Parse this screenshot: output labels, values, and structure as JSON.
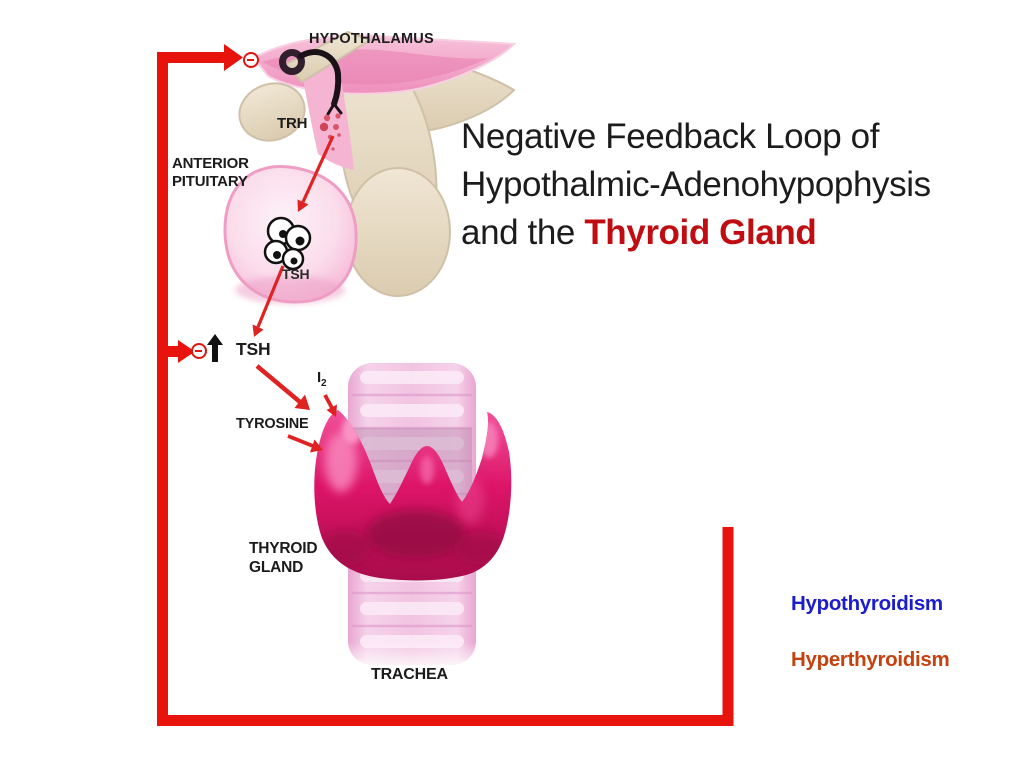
{
  "title": {
    "line1": "Negative Feedback Loop of",
    "line2": "Hypothalmic-Adenohypophysis",
    "line3_prefix": "and the ",
    "line3_highlight": "Thyroid Gland"
  },
  "conditions": {
    "hypothyroidism": "Hypothyroidism",
    "hyperthyroidism": "Hyperthyroidism"
  },
  "diagram_labels": {
    "hypothalamus": "HYPOTHALAMUS",
    "trh": "TRH",
    "anterior_pituitary_line1": "ANTERIOR",
    "anterior_pituitary_line2": "PITUITARY",
    "tsh_cells": "TSH",
    "tsh_hormone": "TSH",
    "iodine_base": "I",
    "iodine_sub": "2",
    "tyrosine": "TYROSINE",
    "thyroid_line1": "THYROID",
    "thyroid_line2": "GLAND",
    "trachea": "TRACHEA"
  },
  "icons": {
    "inhibition_hypothalamus": "minus-in-circle",
    "inhibition_tsh": "minus-in-circle",
    "tsh_increase": "bold-up-arrow"
  },
  "colors": {
    "feedback_loop_red": "#e8130d",
    "arrow_red": "#df2222",
    "title_text": "#1c1c1c",
    "title_highlight_red": "#c00d12",
    "hypothyroidism_blue": "#1c1ccd",
    "hyperthyroidism_orange": "#c5410e",
    "thyroid_magenta": "#dd1468",
    "trachea_pink": "#f3c7e4",
    "hypothalamus_pink": "#f2a6c9",
    "bone_beige": "#e7dbc6"
  }
}
